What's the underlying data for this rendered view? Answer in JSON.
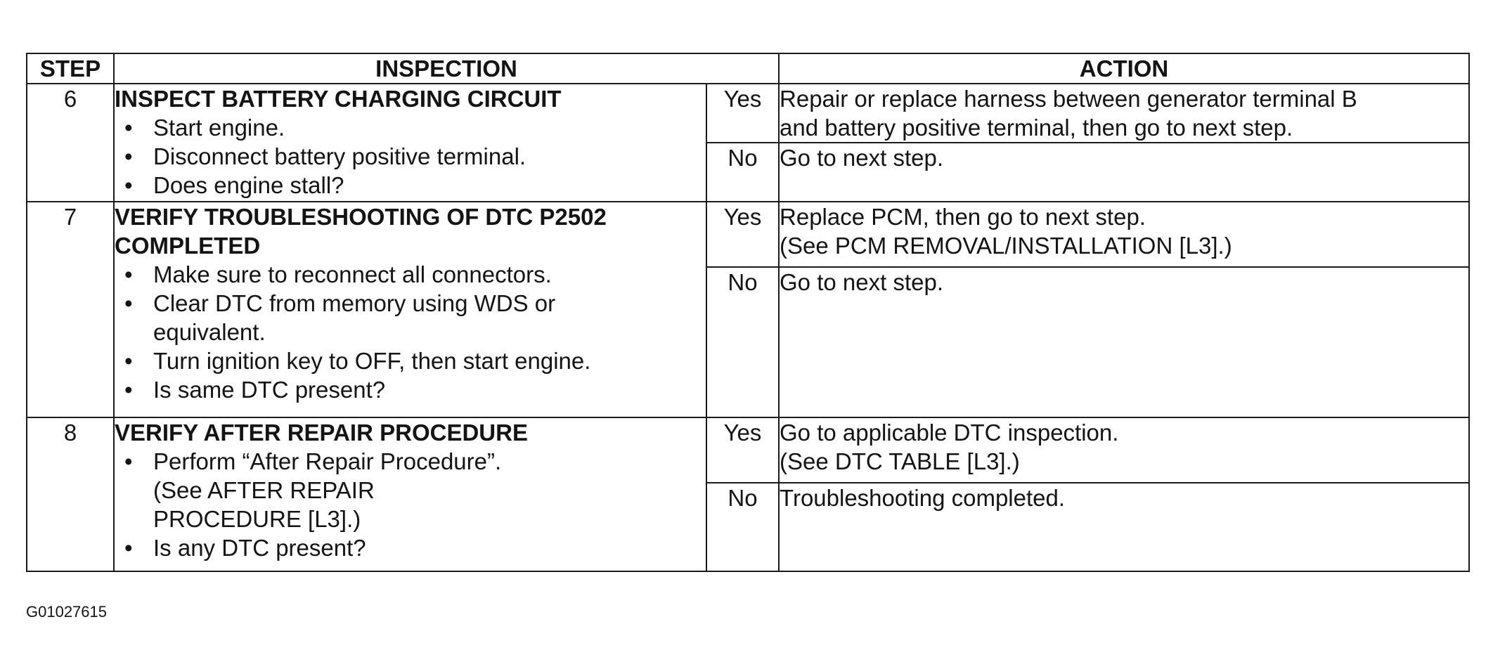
{
  "headers": {
    "step": "STEP",
    "inspection": "INSPECTION",
    "action": "ACTION"
  },
  "rows": [
    {
      "step": "6",
      "title": "INSPECT BATTERY CHARGING CIRCUIT",
      "bullets": [
        "Start engine.",
        "Disconnect battery positive terminal.",
        "Does engine stall?"
      ],
      "yes_label": "Yes",
      "yes_action": [
        "Repair or replace harness between generator terminal B",
        "and battery positive terminal, then go to next step."
      ],
      "no_label": "No",
      "no_action": [
        "Go to next step."
      ]
    },
    {
      "step": "7",
      "title_lines": [
        "VERIFY TROUBLESHOOTING OF DTC P2502",
        "COMPLETED"
      ],
      "bullets": [
        "Make sure to reconnect all connectors.",
        "Clear DTC from memory using WDS or equivalent.",
        "Turn ignition key to OFF, then start engine.",
        "Is same DTC present?"
      ],
      "bullet_2_lines": [
        "Clear DTC from memory using WDS or",
        "equivalent."
      ],
      "yes_label": "Yes",
      "yes_action": [
        "Replace PCM, then go to next step.",
        "(See PCM REMOVAL/INSTALLATION [L3].)"
      ],
      "no_label": "No",
      "no_action": [
        "Go to next step."
      ]
    },
    {
      "step": "8",
      "title": "VERIFY AFTER REPAIR PROCEDURE",
      "bullets": [
        "Perform “After Repair Procedure”. (See AFTER REPAIR PROCEDURE [L3].)",
        "Is any DTC present?"
      ],
      "bullet_1_lines": [
        "Perform “After Repair Procedure”.",
        "(See AFTER REPAIR",
        "PROCEDURE [L3].)"
      ],
      "yes_label": "Yes",
      "yes_action": [
        "Go to applicable DTC inspection.",
        "(See DTC TABLE [L3].)"
      ],
      "no_label": "No",
      "no_action": [
        "Troubleshooting completed."
      ]
    }
  ],
  "caption": "G01027615"
}
